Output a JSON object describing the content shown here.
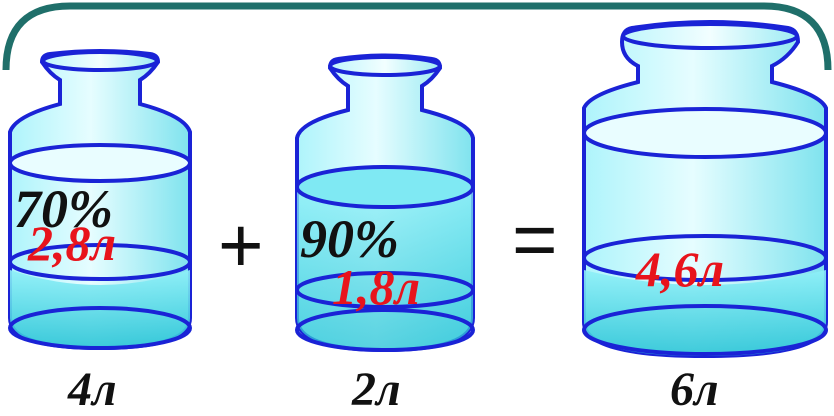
{
  "colors": {
    "frame": "#1f6f6a",
    "jar_outline": "#1a23d6",
    "water_light": "#d4fbff",
    "water_mid": "#7fe9f3",
    "water_dark": "#2cc7d8",
    "red_text": "#e8141c",
    "dark_text": "#111111"
  },
  "jars": [
    {
      "percent": "70%",
      "liquid": "2,8л",
      "capacity": "4л",
      "percent_label_name": "jar-1-percent"
    },
    {
      "percent": "90%",
      "liquid": "1,8л",
      "capacity": "2л"
    },
    {
      "percent": "",
      "liquid": "4,6л",
      "capacity": "6л"
    }
  ],
  "operators": {
    "plus": "+",
    "equals": "="
  }
}
